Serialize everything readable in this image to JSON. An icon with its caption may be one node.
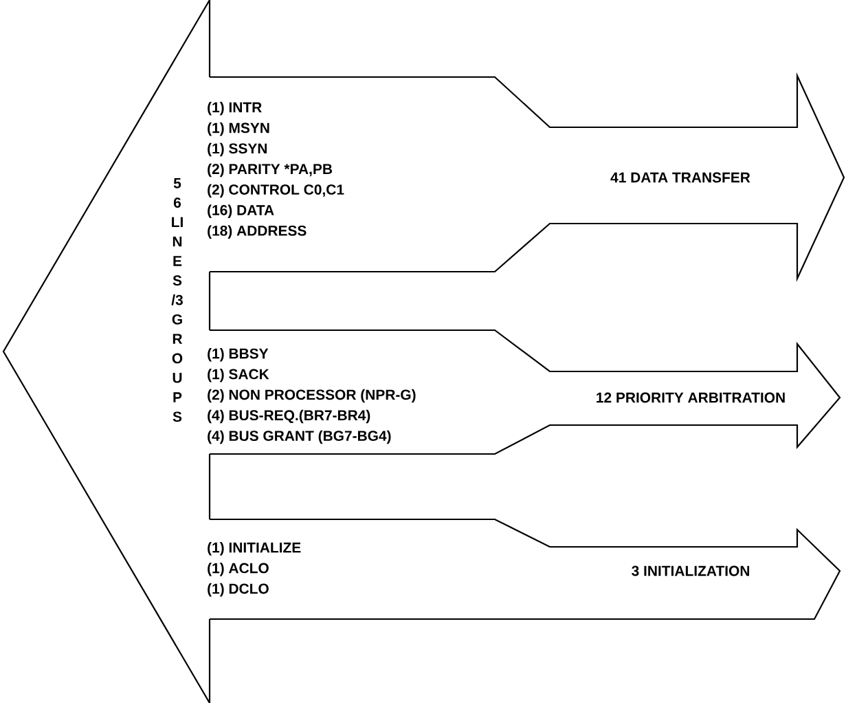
{
  "diagram": {
    "nodes": [
      {
        "text": [
          "56 LINES /3 GROUPS"
        ]
      },
      {
        "text": [
          "(1) INTR",
          "(1) MSYN",
          "(1) SSYN",
          "(2) PARITY *PA,PB",
          "(2) CONTROL C0,C1",
          "(16) DATA",
          "(18) ADDRESS",
          "41 DATA TRANSFER"
        ]
      },
      {
        "text": [
          "(1) BBSY",
          "(1) SACK",
          "(2) NON PROCESSOR (NPR-G)",
          "(4) BUS-REQ.(BR7-BR4)",
          "(4) BUS GRANT (BG7-BG4)",
          "12 PRIORITY ARBITRATION"
        ]
      },
      {
        "text": [
          "(1) INITIALIZE",
          "(1) ACLO",
          "(1) DCLO",
          "3 INITIALIZATION"
        ]
      }
    ]
  }
}
